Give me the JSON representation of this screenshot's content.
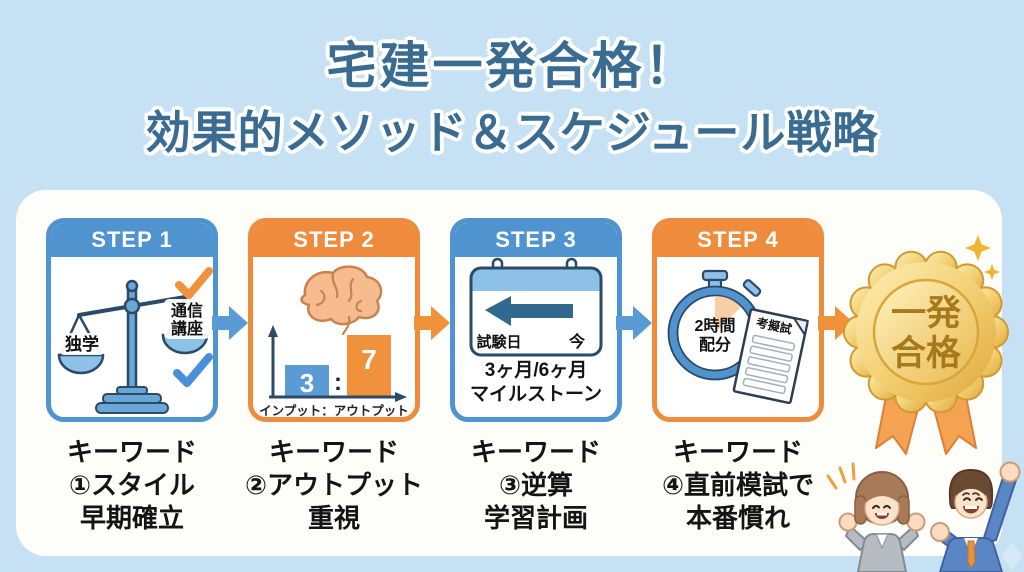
{
  "title": {
    "line1": "宅建一発合格！",
    "line2": "効果的メソッド＆スケジュール戦略"
  },
  "colors": {
    "background": "#c5e1f3",
    "panel": "#fdfdfa",
    "blue_accent": "#4f94cf",
    "orange_accent": "#ef8b3c",
    "title_text": "#3a6b91",
    "medal_gold": "#eec765",
    "medal_text": "#a5791c",
    "keyword_text": "#141414"
  },
  "steps": [
    {
      "label": "STEP 1",
      "accent": "blue",
      "icon": "balance-scale-icon",
      "scale_left": "独学",
      "scale_right_line1": "通信",
      "scale_right_line2": "講座",
      "keyword_heading": "キーワード",
      "keyword_line1": "①スタイル",
      "keyword_line2": "早期確立"
    },
    {
      "label": "STEP 2",
      "accent": "orange",
      "icon": "brain-icon",
      "ratio_left": "3",
      "ratio_colon": ":",
      "ratio_right": "7",
      "chart_caption": "インプット：アウトプット",
      "keyword_heading": "キーワード",
      "keyword_line1": "②アウトプット",
      "keyword_line2": "重視"
    },
    {
      "label": "STEP 3",
      "accent": "blue",
      "icon": "calendar-countdown-icon",
      "calendar_left": "試験日",
      "calendar_right": "今",
      "caption_line1": "3ヶ月/6ヶ月",
      "caption_line2": "マイルストーン",
      "keyword_heading": "キーワード",
      "keyword_line1": "③逆算",
      "keyword_line2": "学習計画"
    },
    {
      "label": "STEP 4",
      "accent": "orange",
      "icon": "stopwatch-icon",
      "stopwatch_line1": "2時間",
      "stopwatch_line2": "配分",
      "paper_title": "考擬試",
      "keyword_heading": "キーワード",
      "keyword_line1": "④直前模試で",
      "keyword_line2": "本番慣れ"
    }
  ],
  "ratio_chart": {
    "type": "bar",
    "categories": [
      "インプット",
      "アウトプット"
    ],
    "values": [
      3,
      7
    ],
    "title": "インプット：アウトプット"
  },
  "medal": {
    "line1": "一発",
    "line2": "合格"
  }
}
